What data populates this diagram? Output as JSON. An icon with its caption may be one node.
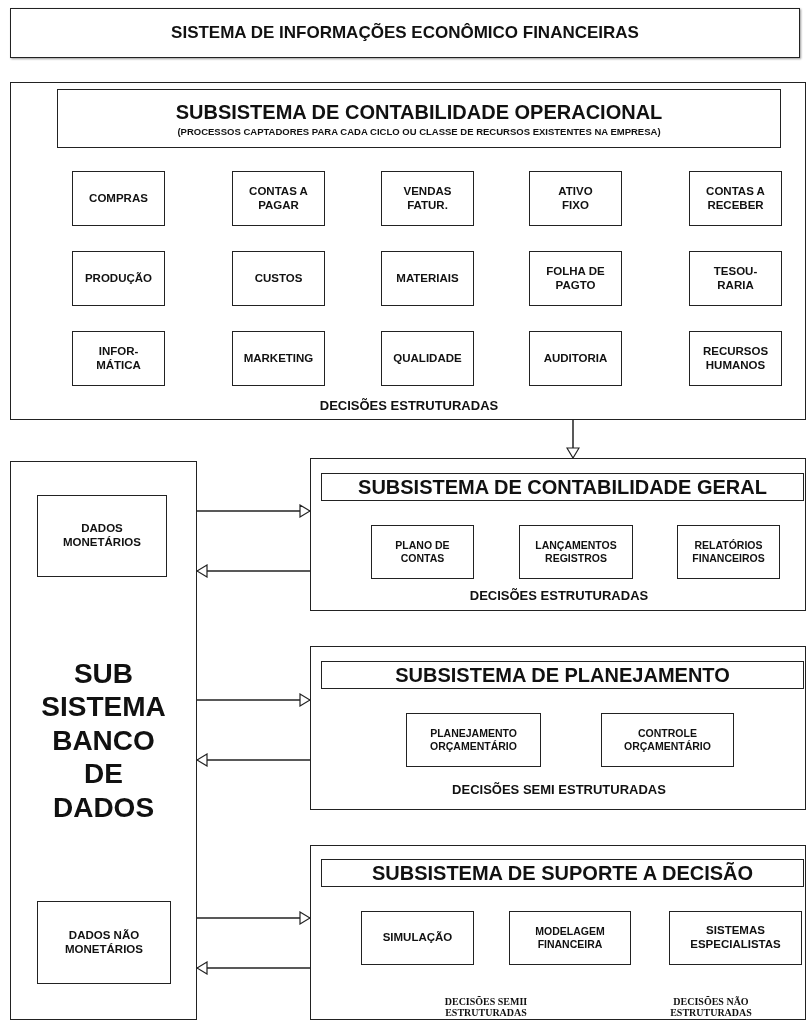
{
  "diagram": {
    "nodes": [
      {
        "text": [
          "SISTEMA DE INFORMAÇÕES ECONÔMICO FINANCEIRAS"
        ]
      },
      {
        "text": [
          "DECISÕES ESTRUTURADAS"
        ]
      },
      {
        "text": [
          "SUBSISTEMA DE CONTABILIDADE OPERACIONAL",
          "(PROCESSOS CAPTADORES PARA CADA CICLO OU CLASSE DE RECURSOS EXISTENTES NA EMPRESA)"
        ],
        "in": 1
      },
      {
        "text": [
          "COMPRAS"
        ],
        "in": 1
      },
      {
        "text": [
          "CONTAS A PAGAR"
        ],
        "in": 1
      },
      {
        "text": [
          "VENDAS FATUR."
        ],
        "in": 1
      },
      {
        "text": [
          "ATIVO FIXO"
        ],
        "in": 1
      },
      {
        "text": [
          "CONTAS A RECEBER"
        ],
        "in": 1
      },
      {
        "text": [
          "PRODUÇÃO"
        ],
        "in": 1
      },
      {
        "text": [
          "CUSTOS"
        ],
        "in": 1
      },
      {
        "text": [
          "MATERIAIS"
        ],
        "in": 1
      },
      {
        "text": [
          "FOLHA DE PAGTO"
        ],
        "in": 1
      },
      {
        "text": [
          "TESOU- RARIA"
        ],
        "in": 1
      },
      {
        "text": [
          "INFOR- MÁTICA"
        ],
        "in": 1
      },
      {
        "text": [
          "MARKETING"
        ],
        "in": 1
      },
      {
        "text": [
          "QUALIDADE"
        ],
        "in": 1
      },
      {
        "text": [
          "AUDITORIA"
        ],
        "in": 1
      },
      {
        "text": [
          "RECURSOS HUMANOS"
        ],
        "in": 1
      },
      {
        "text": [
          "SUB SISTEMA BANCO DE DADOS"
        ]
      },
      {
        "text": [
          "DADOS MONETÁRIOS"
        ],
        "in": 18
      },
      {
        "text": [
          "DADOS NÃO MONETÁRIOS"
        ],
        "in": 18
      },
      {
        "text": [
          "DECISÕES ESTRUTURADAS"
        ]
      },
      {
        "text": [
          "SUBSISTEMA DE CONTABILIDADE GERAL"
        ],
        "in": 21
      },
      {
        "text": [
          "PLANO DE CONTAS"
        ],
        "in": 21
      },
      {
        "text": [
          "LANÇAMENTOS REGISTROS"
        ],
        "in": 21
      },
      {
        "text": [
          "RELATÓRIOS FINANCEIROS"
        ],
        "in": 21
      },
      {
        "text": [
          "DECISÕES SEMI ESTRUTURADAS"
        ]
      },
      {
        "text": [
          "SUBSISTEMA DE PLANEJAMENTO"
        ],
        "in": 26
      },
      {
        "text": [
          "PLANEJAMENTO ORÇAMENTÁRIO"
        ],
        "in": 26
      },
      {
        "text": [
          "CONTROLE ORÇAMENTÁRIO"
        ],
        "in": 26
      },
      {
        "text": [
          "DECISÕES SEMII ESTRUTURADAS",
          "DECISÕES NÃO ESTRUTURADAS"
        ]
      },
      {
        "text": [
          "SUBSISTEMA DE SUPORTE A DECISÃO"
        ],
        "in": 30
      },
      {
        "text": [
          "SIMULAÇÃO"
        ],
        "in": 30
      },
      {
        "text": [
          "MODELAGEM FINANCEIRA"
        ],
        "in": 30
      },
      {
        "text": [
          "SISTEMAS ESPECIALISTAS"
        ],
        "in": 30
      }
    ],
    "edges": [
      {
        "from": 1,
        "to": 21,
        "arrow": "to"
      },
      {
        "from": 18,
        "to": 21,
        "arrow": "to"
      },
      {
        "from": 21,
        "to": 18,
        "arrow": "to"
      },
      {
        "from": 18,
        "to": 26,
        "arrow": "to"
      },
      {
        "from": 26,
        "to": 18,
        "arrow": "to"
      },
      {
        "from": 18,
        "to": 30,
        "arrow": "to"
      },
      {
        "from": 30,
        "to": 18,
        "arrow": "to"
      }
    ]
  }
}
